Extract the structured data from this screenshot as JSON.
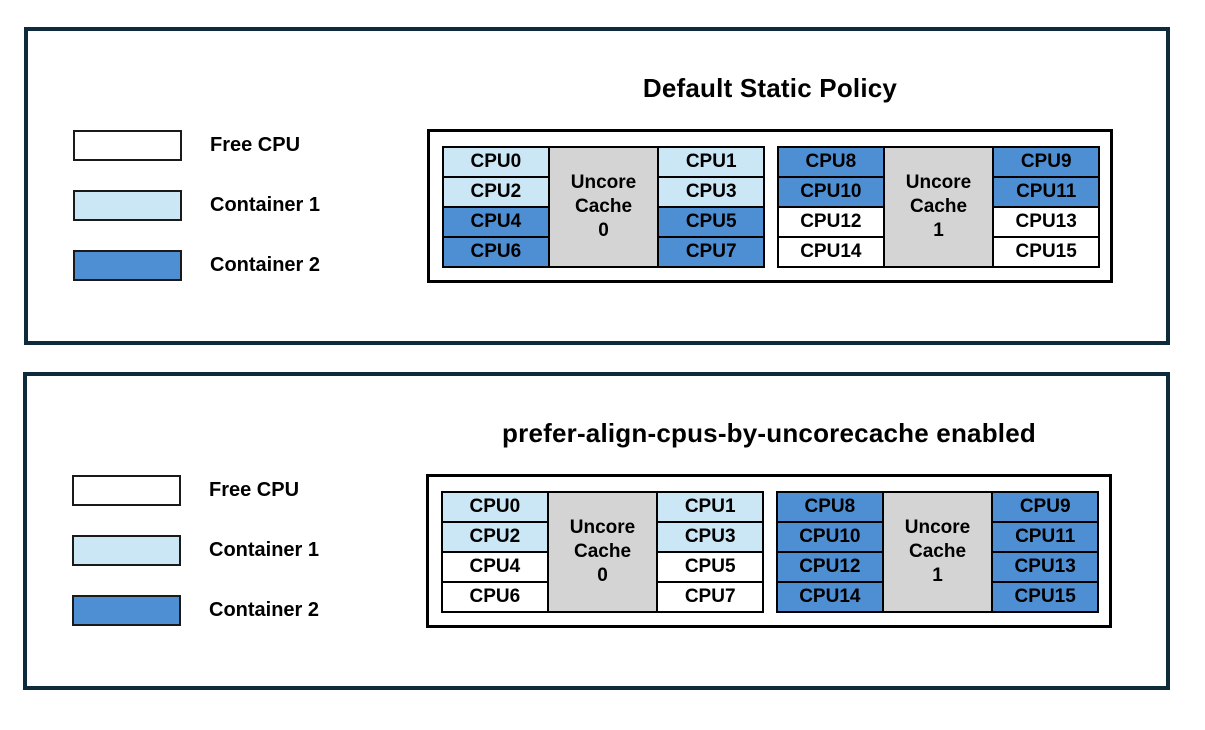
{
  "colors": {
    "free_cpu": "#FFFFFF",
    "container1": "#CBE6F5",
    "container2": "#4E8FD4",
    "uncore_cache_fill": "#D4D4D4",
    "panel_border": "#0E2B3C",
    "cell_border": "#000000"
  },
  "legend": {
    "items": [
      {
        "label": "Free CPU",
        "type": "free"
      },
      {
        "label": "Container 1",
        "type": "c1"
      },
      {
        "label": "Container 2",
        "type": "c2"
      }
    ]
  },
  "panels": [
    {
      "title": "Default Static Policy",
      "groups": [
        {
          "cache_label": "Uncore\nCache\n0",
          "left": [
            {
              "label": "CPU0",
              "type": "c1"
            },
            {
              "label": "CPU2",
              "type": "c1"
            },
            {
              "label": "CPU4",
              "type": "c2"
            },
            {
              "label": "CPU6",
              "type": "c2"
            }
          ],
          "right": [
            {
              "label": "CPU1",
              "type": "c1"
            },
            {
              "label": "CPU3",
              "type": "c1"
            },
            {
              "label": "CPU5",
              "type": "c2"
            },
            {
              "label": "CPU7",
              "type": "c2"
            }
          ]
        },
        {
          "cache_label": "Uncore\nCache\n1",
          "left": [
            {
              "label": "CPU8",
              "type": "c2"
            },
            {
              "label": "CPU10",
              "type": "c2"
            },
            {
              "label": "CPU12",
              "type": "free"
            },
            {
              "label": "CPU14",
              "type": "free"
            }
          ],
          "right": [
            {
              "label": "CPU9",
              "type": "c2"
            },
            {
              "label": "CPU11",
              "type": "c2"
            },
            {
              "label": "CPU13",
              "type": "free"
            },
            {
              "label": "CPU15",
              "type": "free"
            }
          ]
        }
      ]
    },
    {
      "title": "prefer-align-cpus-by-uncorecache enabled",
      "groups": [
        {
          "cache_label": "Uncore\nCache\n0",
          "left": [
            {
              "label": "CPU0",
              "type": "c1"
            },
            {
              "label": "CPU2",
              "type": "c1"
            },
            {
              "label": "CPU4",
              "type": "free"
            },
            {
              "label": "CPU6",
              "type": "free"
            }
          ],
          "right": [
            {
              "label": "CPU1",
              "type": "c1"
            },
            {
              "label": "CPU3",
              "type": "c1"
            },
            {
              "label": "CPU5",
              "type": "free"
            },
            {
              "label": "CPU7",
              "type": "free"
            }
          ]
        },
        {
          "cache_label": "Uncore\nCache\n1",
          "left": [
            {
              "label": "CPU8",
              "type": "c2"
            },
            {
              "label": "CPU10",
              "type": "c2"
            },
            {
              "label": "CPU12",
              "type": "c2"
            },
            {
              "label": "CPU14",
              "type": "c2"
            }
          ],
          "right": [
            {
              "label": "CPU9",
              "type": "c2"
            },
            {
              "label": "CPU11",
              "type": "c2"
            },
            {
              "label": "CPU13",
              "type": "c2"
            },
            {
              "label": "CPU15",
              "type": "c2"
            }
          ]
        }
      ]
    }
  ]
}
